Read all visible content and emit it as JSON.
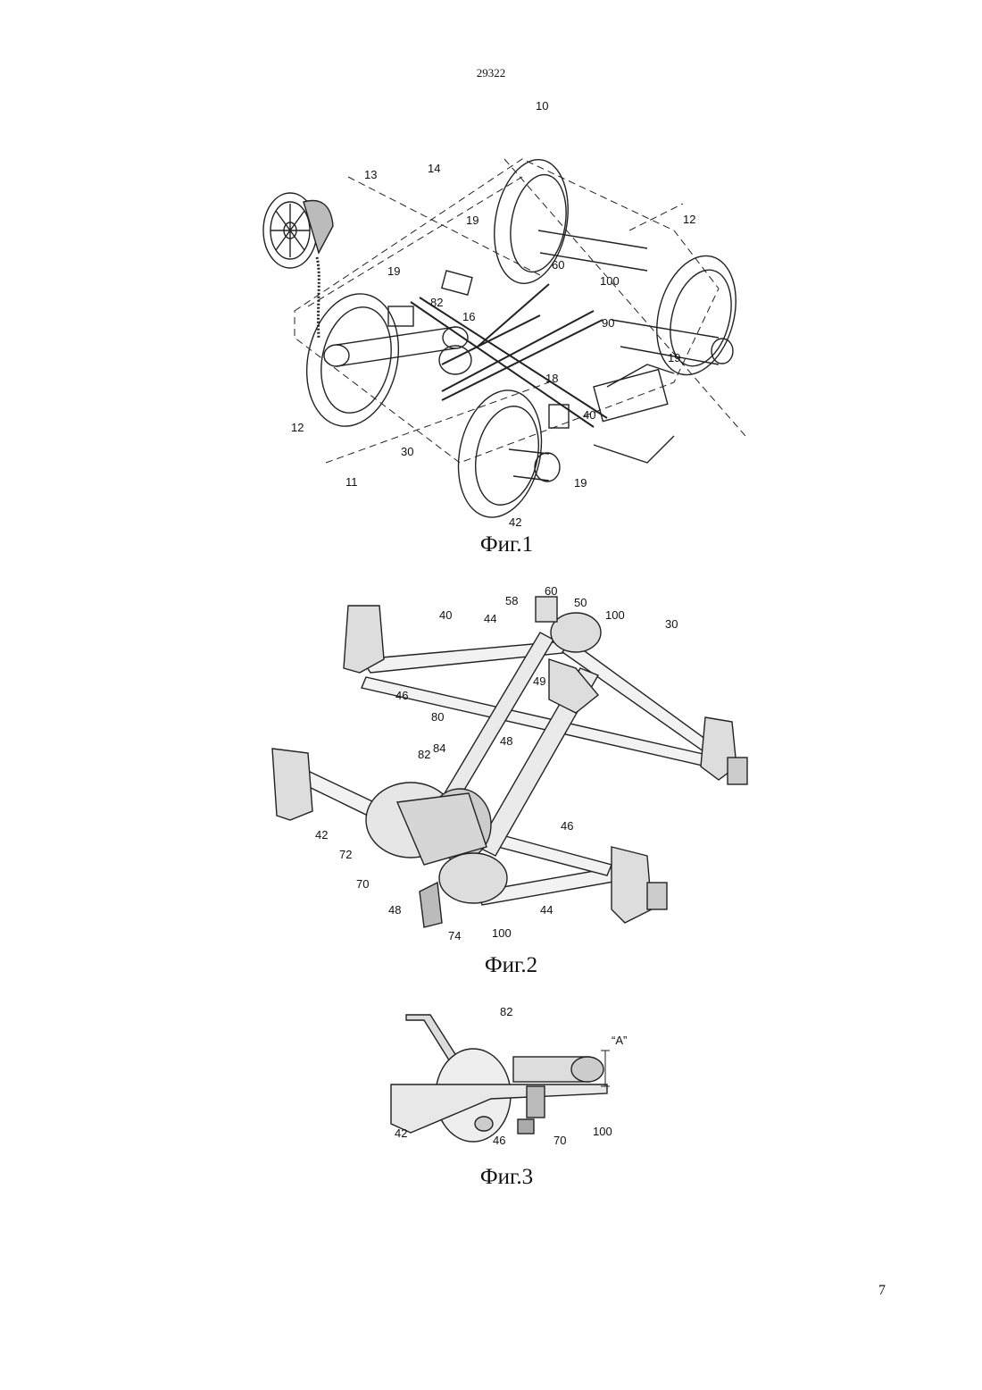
{
  "header": {
    "doc_number": "29322"
  },
  "page_number": "7",
  "figures": [
    {
      "caption": "Фиг.1",
      "labels": [
        {
          "text": "10"
        },
        {
          "text": "13"
        },
        {
          "text": "14"
        },
        {
          "text": "19"
        },
        {
          "text": "12"
        },
        {
          "text": "19"
        },
        {
          "text": "60"
        },
        {
          "text": "100"
        },
        {
          "text": "82"
        },
        {
          "text": "16"
        },
        {
          "text": "90"
        },
        {
          "text": "18"
        },
        {
          "text": "19"
        },
        {
          "text": "40"
        },
        {
          "text": "12"
        },
        {
          "text": "30"
        },
        {
          "text": "11"
        },
        {
          "text": "19"
        },
        {
          "text": "42"
        }
      ]
    },
    {
      "caption": "Фиг.2",
      "labels": [
        {
          "text": "58"
        },
        {
          "text": "60"
        },
        {
          "text": "50"
        },
        {
          "text": "100"
        },
        {
          "text": "40"
        },
        {
          "text": "44"
        },
        {
          "text": "30"
        },
        {
          "text": "49"
        },
        {
          "text": "46"
        },
        {
          "text": "80"
        },
        {
          "text": "48"
        },
        {
          "text": "84"
        },
        {
          "text": "82"
        },
        {
          "text": "46"
        },
        {
          "text": "42"
        },
        {
          "text": "72"
        },
        {
          "text": "70"
        },
        {
          "text": "48"
        },
        {
          "text": "74"
        },
        {
          "text": "100"
        },
        {
          "text": "44"
        }
      ]
    },
    {
      "caption": "Фиг.3",
      "labels": [
        {
          "text": "82"
        },
        {
          "text": "“A”"
        },
        {
          "text": "42"
        },
        {
          "text": "46"
        },
        {
          "text": "70"
        },
        {
          "text": "100"
        }
      ]
    }
  ]
}
